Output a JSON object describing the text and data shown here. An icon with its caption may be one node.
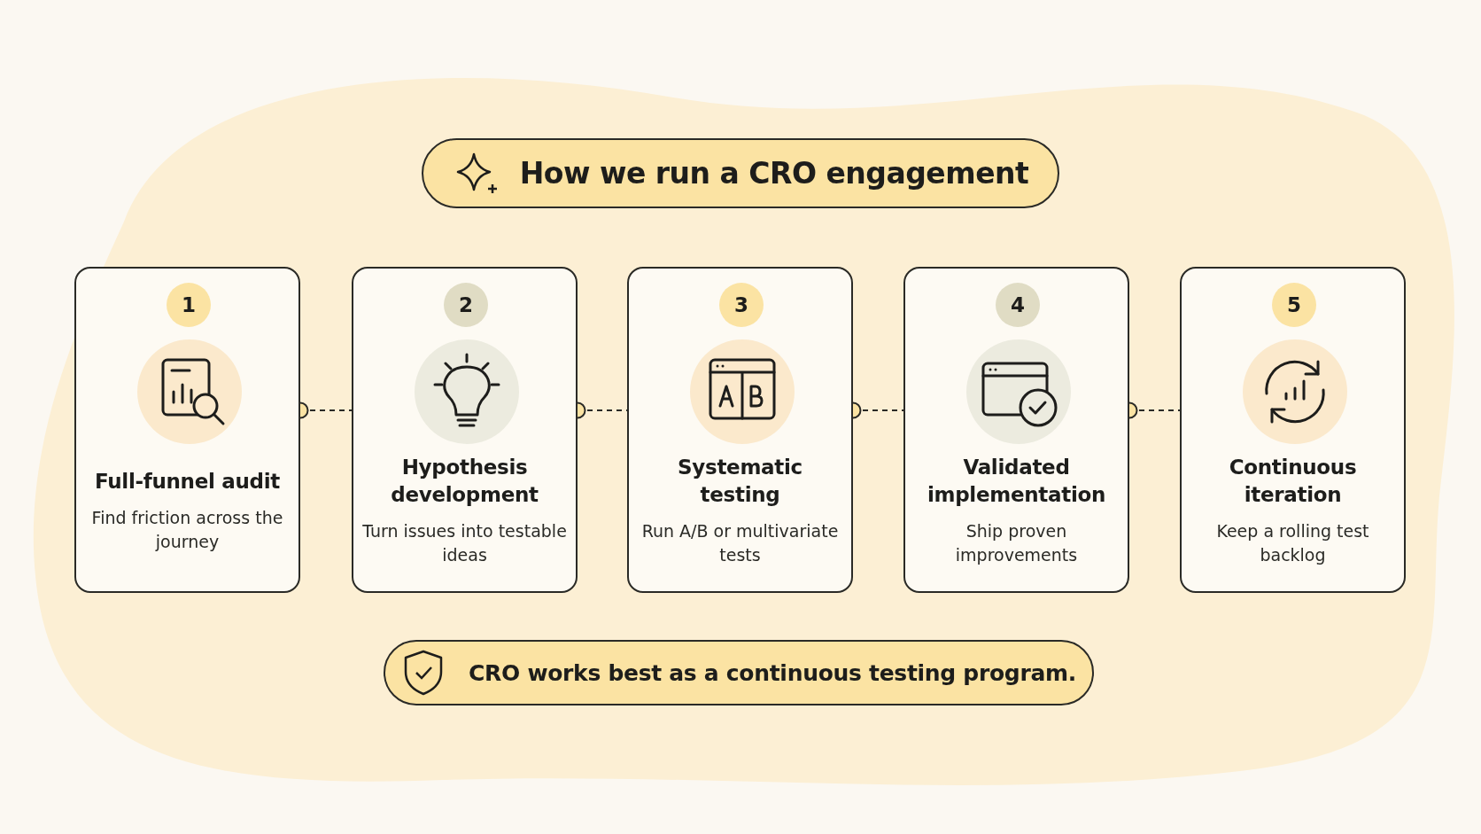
{
  "diagram": {
    "title": "How we run a CRO engagement",
    "caption": "CRO works best as a continuous testing program.",
    "nodes": [
      {
        "text": [
          "1",
          "Full-funnel audit",
          "Find friction across the journey"
        ]
      },
      {
        "text": [
          "2",
          "Hypothesis development",
          "Turn issues into testable ideas"
        ]
      },
      {
        "text": [
          "3",
          "Systematic testing",
          "Run A/B or multivariate tests"
        ]
      },
      {
        "text": [
          "4",
          "Validated implementation",
          "Ship proven improvements"
        ]
      },
      {
        "text": [
          "5",
          "Continuous iteration",
          "Keep a rolling test backlog"
        ]
      }
    ],
    "edges": [
      {
        "from": 0,
        "to": 1,
        "arrow": "other",
        "style": "dashed"
      },
      {
        "from": 1,
        "to": 2,
        "arrow": "other",
        "style": "dashed"
      },
      {
        "from": 2,
        "to": 3,
        "arrow": "other",
        "style": "dashed"
      },
      {
        "from": 3,
        "to": 4,
        "arrow": "other",
        "style": "dashed"
      }
    ]
  }
}
